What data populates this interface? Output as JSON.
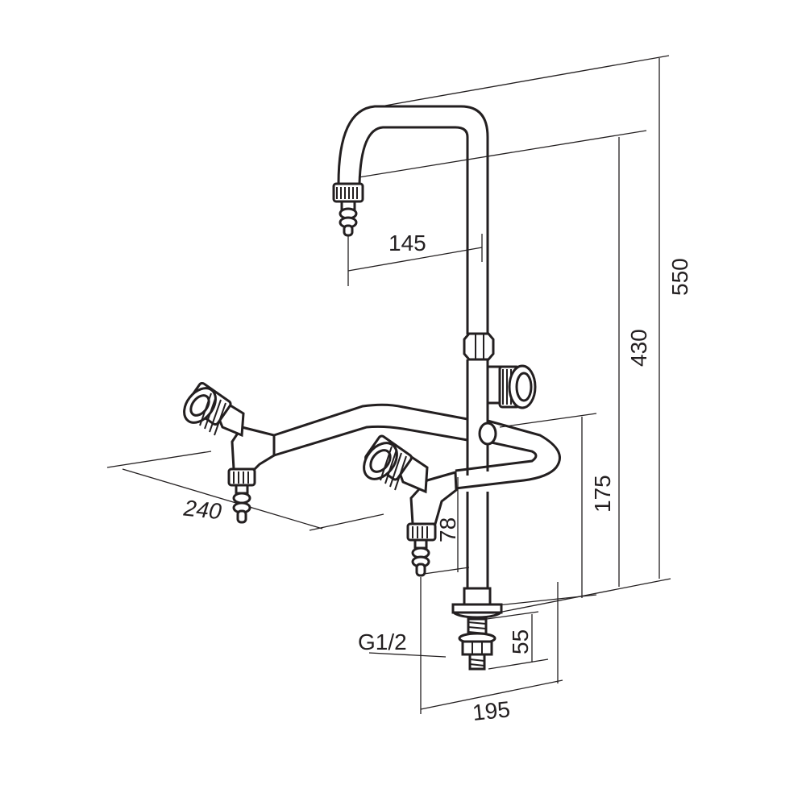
{
  "drawing": {
    "dimensions": {
      "spout_reach": "145",
      "total_height": "550",
      "spout_height": "430",
      "tee_height": "175",
      "side_valve_drop": "78",
      "shank_length": "55",
      "side_span": "240",
      "depth_span": "195"
    },
    "thread_label": "G1/2"
  },
  "colors": {
    "line": "#231f20",
    "background": "#ffffff"
  }
}
